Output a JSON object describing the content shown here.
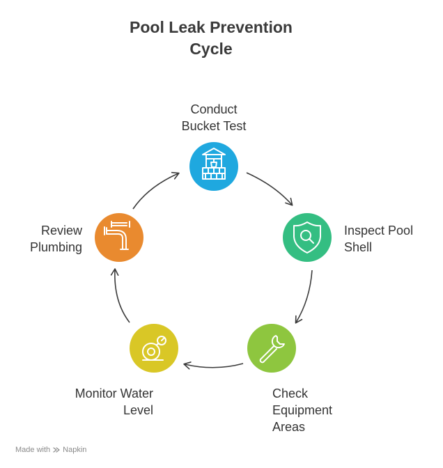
{
  "title": {
    "line1": "Pool Leak Prevention",
    "line2": "Cycle"
  },
  "steps": [
    {
      "line1": "Conduct",
      "line2": "Bucket Test",
      "color": "#1FA8DF",
      "icon": "water-well-icon"
    },
    {
      "line1": "Inspect Pool",
      "line2": "Shell",
      "color": "#34BE82",
      "icon": "shield-search-icon"
    },
    {
      "line1": "Check",
      "line2": "Equipment",
      "line3": "Areas",
      "color": "#8EC63F",
      "icon": "wrench-icon"
    },
    {
      "line1": "Monitor Water",
      "line2": "Level",
      "color": "#D9C726",
      "icon": "water-meter-icon"
    },
    {
      "line1": "Review",
      "line2": "Plumbing",
      "color": "#E98A2F",
      "icon": "pipes-icon"
    }
  ],
  "footer": {
    "made_with": "Made with",
    "brand": "Napkin"
  }
}
